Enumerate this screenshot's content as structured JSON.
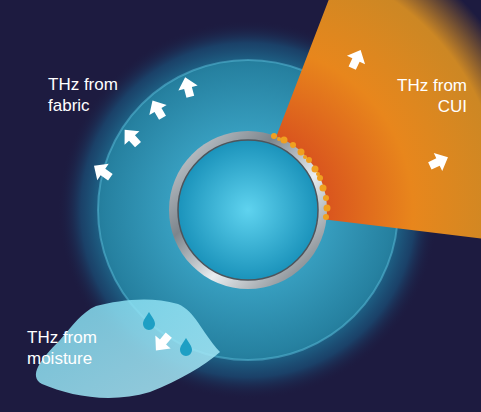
{
  "diagram": {
    "labels": [
      "THz from fabric",
      "THz from CUI",
      "THz from moisture"
    ]
  }
}
